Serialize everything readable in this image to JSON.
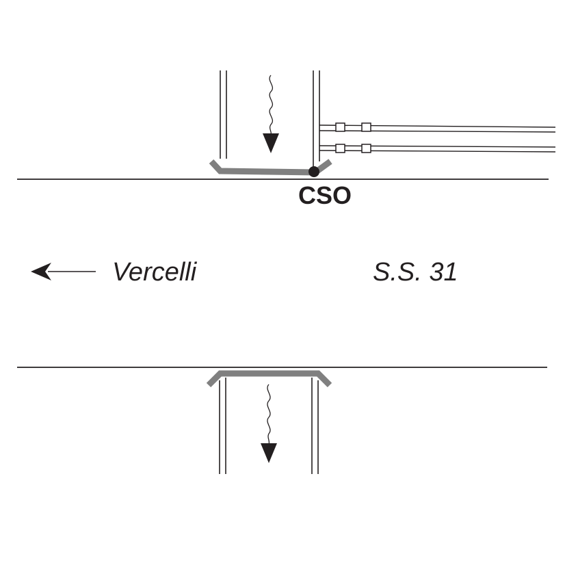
{
  "labels": {
    "cso": "CSO",
    "direction": "Vercelli",
    "road": "S.S. 31"
  },
  "colors": {
    "line": "#231f20",
    "gate": "#808080",
    "background": "#ffffff"
  }
}
